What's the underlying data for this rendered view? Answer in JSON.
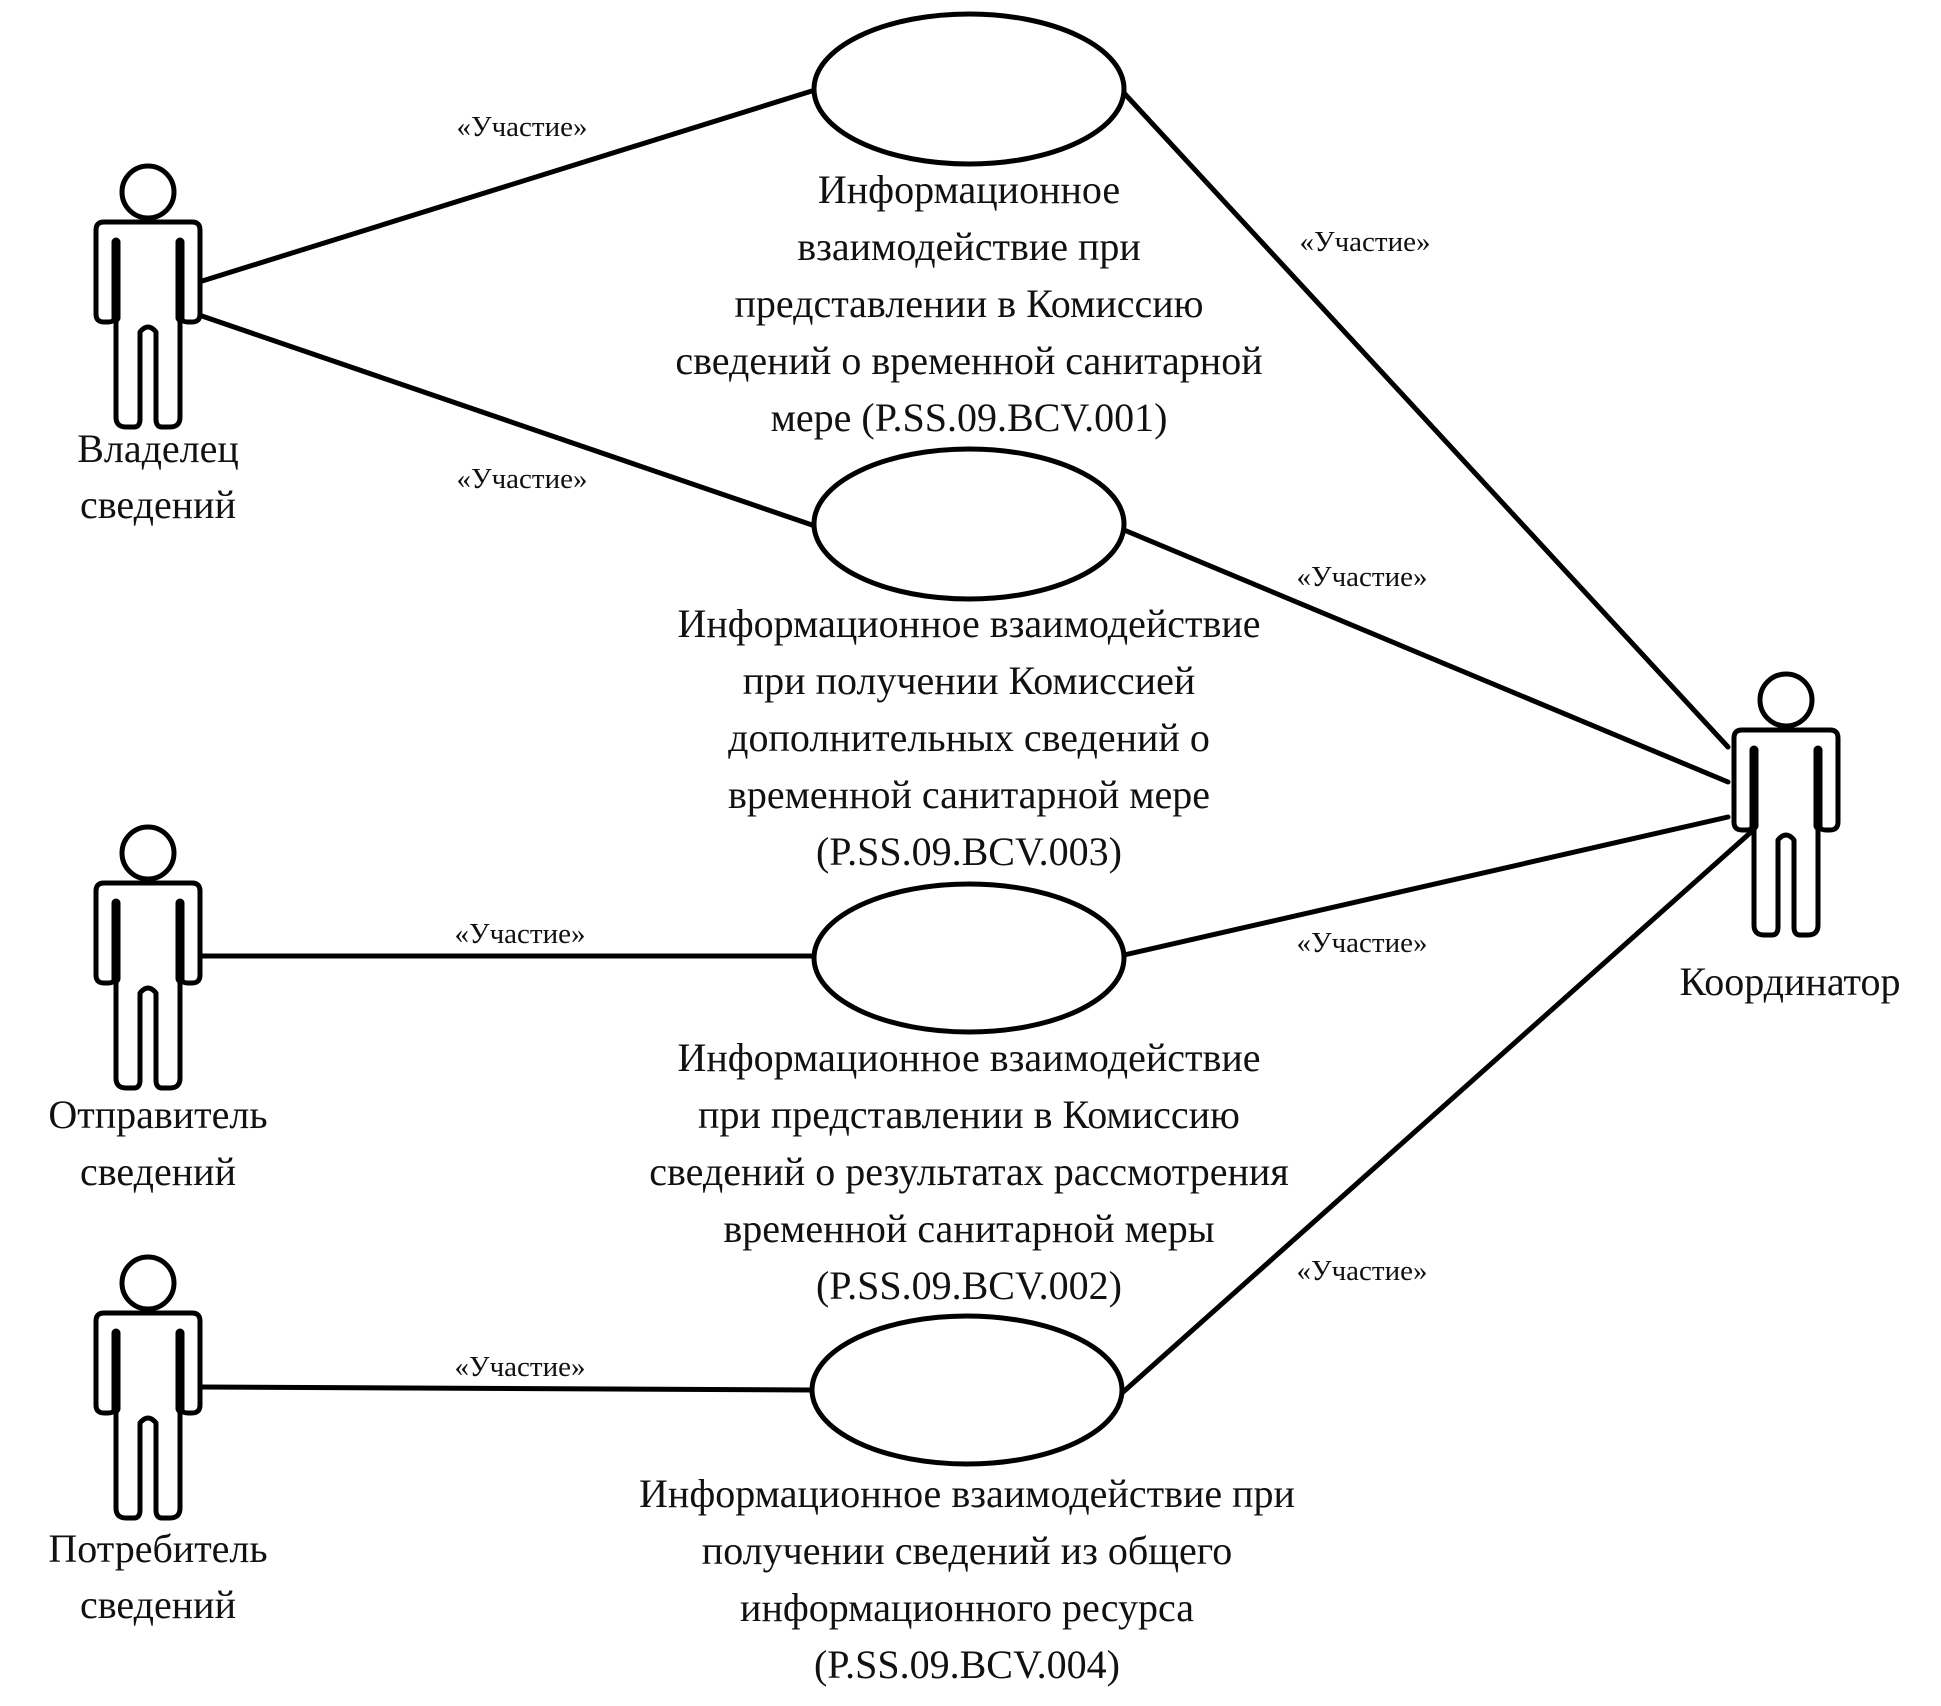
{
  "diagram": {
    "type": "uml-use-case",
    "association_label": "«Участие»",
    "actors": [
      {
        "id": "owner",
        "name": "Владелец сведений",
        "label_lines": [
          "Владелец",
          "сведений"
        ]
      },
      {
        "id": "sender",
        "name": "Отправитель сведений",
        "label_lines": [
          "Отправитель",
          "сведений"
        ]
      },
      {
        "id": "consumer",
        "name": "Потребитель сведений",
        "label_lines": [
          "Потребитель",
          "сведений"
        ]
      },
      {
        "id": "coordinator",
        "name": "Координатор",
        "label_lines": [
          "Координатор"
        ]
      }
    ],
    "use_cases": [
      {
        "id": "uc1",
        "code": "P.SS.09.BCV.001",
        "label_lines": [
          "Информационное",
          "взаимодействие при",
          "представлении в Комиссию",
          "сведений о временной санитарной",
          "мере (P.SS.09.BCV.001)"
        ]
      },
      {
        "id": "uc2",
        "code": "P.SS.09.BCV.003",
        "label_lines": [
          "Информационное взаимодействие",
          "при  получении Комиссией",
          "дополнительных сведений о",
          "временной санитарной мере",
          "(P.SS.09.BCV.003)"
        ]
      },
      {
        "id": "uc3",
        "code": "P.SS.09.BCV.002",
        "label_lines": [
          "Информационное взаимодействие",
          "при представлении в Комиссию",
          "сведений о результатах рассмотрения",
          "временной санитарной меры",
          "(P.SS.09.BCV.002)"
        ]
      },
      {
        "id": "uc4",
        "code": "P.SS.09.BCV.004",
        "label_lines": [
          "Информационное взаимодействие при",
          "получении сведений из общего",
          "информационного ресурса",
          "(P.SS.09.BCV.004)"
        ]
      }
    ],
    "associations": [
      {
        "actor": "owner",
        "use_case": "uc1",
        "label": "«Участие»"
      },
      {
        "actor": "owner",
        "use_case": "uc2",
        "label": "«Участие»"
      },
      {
        "actor": "sender",
        "use_case": "uc3",
        "label": "«Участие»"
      },
      {
        "actor": "consumer",
        "use_case": "uc4",
        "label": "«Участие»"
      },
      {
        "actor": "coordinator",
        "use_case": "uc1",
        "label": "«Участие»"
      },
      {
        "actor": "coordinator",
        "use_case": "uc2",
        "label": "«Участие»"
      },
      {
        "actor": "coordinator",
        "use_case": "uc3",
        "label": "«Участие»"
      },
      {
        "actor": "coordinator",
        "use_case": "uc4",
        "label": "«Участие»"
      }
    ]
  }
}
